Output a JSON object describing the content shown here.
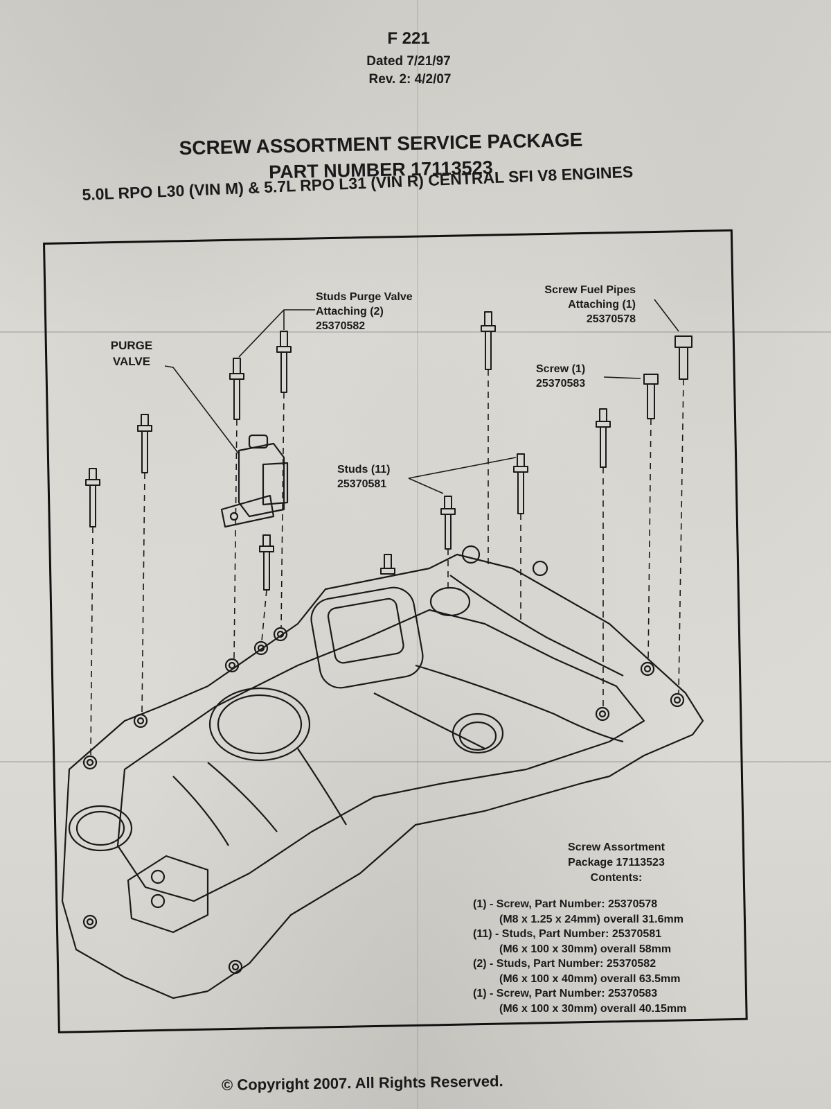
{
  "header": {
    "doc_id": "F 221",
    "dated": "Dated 7/21/97",
    "revision": "Rev. 2: 4/2/07",
    "title_line1": "SCREW ASSORTMENT SERVICE PACKAGE",
    "title_line2": "PART NUMBER 17113523",
    "engines": "5.0L RPO L30 (VIN M) & 5.7L RPO L31 (VIN R) CENTRAL SFI V8 ENGINES"
  },
  "callouts": {
    "purge_valve": [
      "PURGE",
      "VALVE"
    ],
    "studs_purge_valve": [
      "Studs Purge Valve",
      "Attaching (2)",
      "25370582"
    ],
    "screw_fuel_pipes": [
      "Screw Fuel Pipes",
      "Attaching (1)",
      "25370578"
    ],
    "screw": [
      "Screw (1)",
      "25370583"
    ],
    "studs": [
      "Studs (11)",
      "25370581"
    ]
  },
  "contents": {
    "heading": [
      "Screw Assortment",
      "Package 17113523",
      "Contents:"
    ],
    "items": [
      {
        "line": "(1) - Screw, Part Number:  25370578",
        "spec": "(M8 x 1.25 x 24mm) overall 31.6mm"
      },
      {
        "line": "(11) - Studs, Part Number: 25370581",
        "spec": "(M6 x 100 x 30mm) overall 58mm"
      },
      {
        "line": "(2) - Studs, Part Number:  25370582",
        "spec": "(M6 x 100 x 40mm) overall 63.5mm"
      },
      {
        "line": "(1) - Screw, Part Number: 25370583",
        "spec": "(M6 x 100 x 30mm) overall 40.15mm"
      }
    ]
  },
  "footer": {
    "copyright": "© Copyright 2007. All Rights Reserved."
  },
  "colors": {
    "paper": "#e0ded8",
    "ink": "#1a1a1a"
  }
}
